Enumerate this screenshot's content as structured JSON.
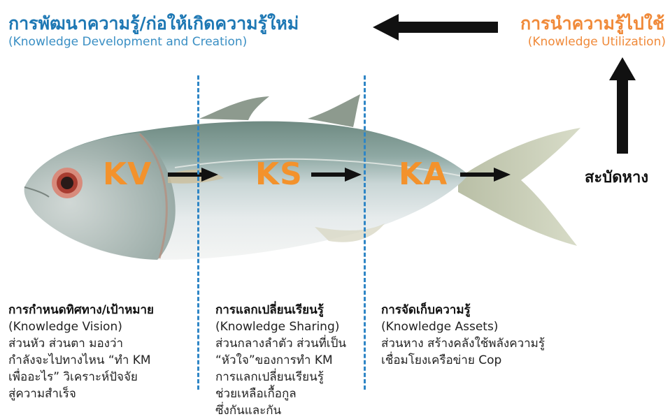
{
  "header": {
    "left_title": "การพัฒนาความรู้/ก่อให้เกิดความรู้ใหม่",
    "left_subtitle": "(Knowledge Development and Creation)",
    "right_title": "การนำความรู้ไปใช้",
    "right_subtitle": "(Knowledge Utilization)"
  },
  "tail_label": "สะบัดหาง",
  "segments": [
    {
      "code": "KV",
      "heading": "การกำหนดทิศทาง/เป้าหมาย",
      "english": "(Knowledge Vision)",
      "lines": [
        "ส่วนหัว ส่วนตา มองว่า",
        "กำลังจะไปทางไหน “ทำ KM",
        "เพื่ออะไร” วิเคราะห์ปัจจัย",
        "สู่ความสำเร็จ"
      ]
    },
    {
      "code": "KS",
      "heading": "การแลกเปลี่ยนเรียนรู้",
      "english": "(Knowledge Sharing)",
      "lines": [
        "ส่วนกลางลำตัว ส่วนที่เป็น",
        "“หัวใจ”ของการทำ KM",
        "การแลกเปลี่ยนเรียนรู้",
        "ช่วยเหลือเกื้อกูล",
        "ซึ่งกันและกัน"
      ]
    },
    {
      "code": "KA",
      "heading": "การจัดเก็บความรู้",
      "english": "(Knowledge Assets)",
      "lines": [
        "ส่วนหาง สร้างคลังใช้พลังความรู้",
        "เชื่อมโยงเครือข่าย Cop"
      ]
    }
  ],
  "colors": {
    "blue": "#1e78b4",
    "orange": "#f08a3a",
    "code_orange": "#f3922c",
    "divider": "#2f86c6"
  }
}
